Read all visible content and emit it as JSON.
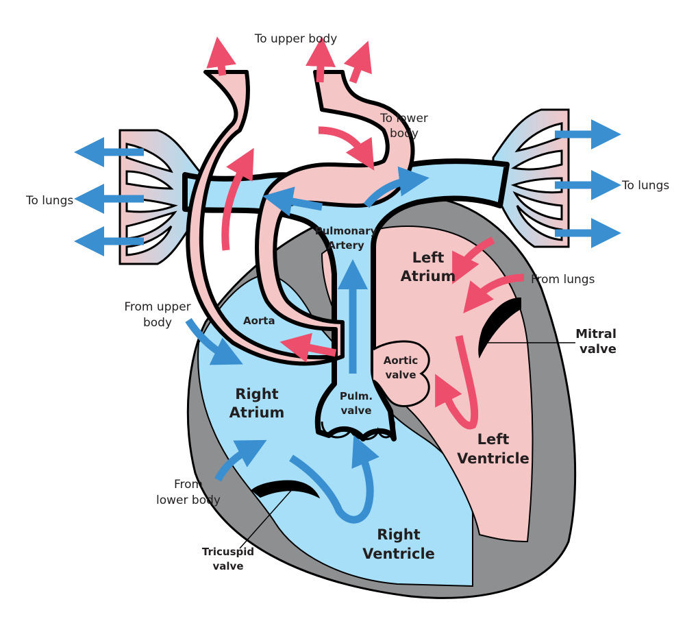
{
  "diagram": {
    "colors": {
      "oxygenated": "#f4c6c6",
      "deoxygenated": "#a6dff7",
      "wall": "#8e8f91",
      "outline": "#000000",
      "red_arrow": "#ec4e6b",
      "blue_arrow": "#3a8fd1"
    },
    "labels": {
      "to_upper_body": "To upper body",
      "to_lower_body_1": "To lower",
      "to_lower_body_2": "body",
      "to_lungs_left": "To lungs",
      "to_lungs_right": "To lungs",
      "pulmonary_artery_1": "Pulmonary",
      "pulmonary_artery_2": "Artery",
      "left_atrium_1": "Left",
      "left_atrium_2": "Atrium",
      "from_lungs": "From lungs",
      "from_upper_body_1": "From upper",
      "from_upper_body_2": "body",
      "aorta": "Aorta",
      "mitral_valve_1": "Mitral",
      "mitral_valve_2": "valve",
      "aortic_valve_1": "Aortic",
      "aortic_valve_2": "valve",
      "right_atrium_1": "Right",
      "right_atrium_2": "Atrium",
      "pulm_valve_1": "Pulm.",
      "pulm_valve_2": "valve",
      "left_ventricle_1": "Left",
      "left_ventricle_2": "Ventricle",
      "from_lower_body_1": "From",
      "from_lower_body_2": "lower body",
      "right_ventricle_1": "Right",
      "right_ventricle_2": "Ventricle",
      "tricuspid_valve_1": "Tricuspid",
      "tricuspid_valve_2": "valve"
    }
  }
}
